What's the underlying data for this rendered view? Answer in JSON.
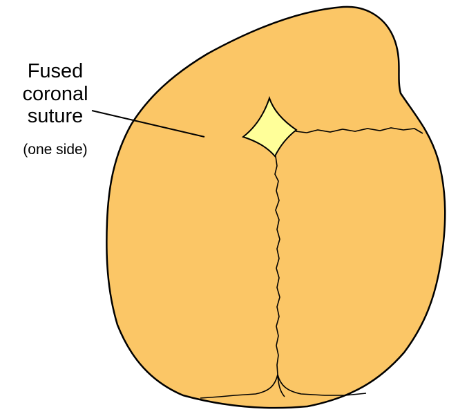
{
  "diagram": {
    "label_lines": [
      "Fused",
      "coronal",
      "suture"
    ],
    "sublabel": "(one side)",
    "colors": {
      "background": "#ffffff",
      "skull_fill": "#FBC666",
      "fontanelle_fill": "#FFFF99",
      "outline": "#000000",
      "suture_line": "#000000"
    }
  }
}
